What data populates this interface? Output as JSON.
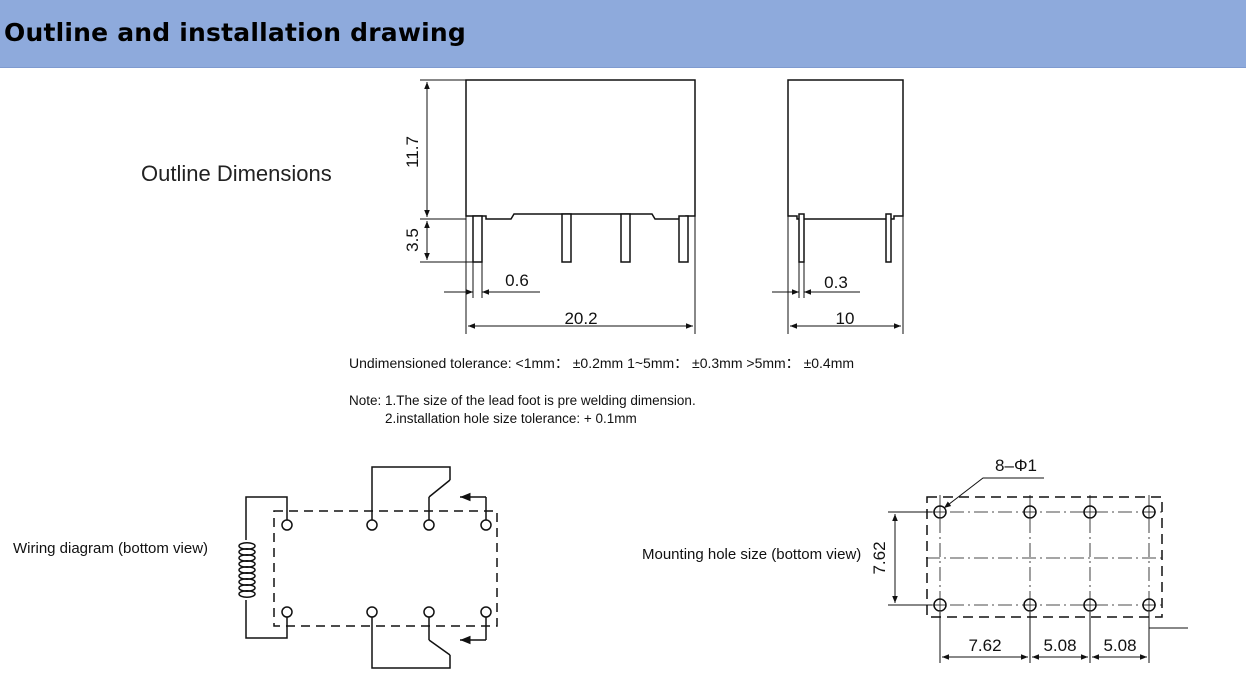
{
  "header": {
    "title": "Outline and installation drawing"
  },
  "outline": {
    "label": "Outline Dimensions",
    "dims": {
      "height_body": "11.7",
      "height_pin": "3.5",
      "pin_width_front": "0.6",
      "length": "20.2",
      "pin_width_side": "0.3",
      "width": "10"
    }
  },
  "notes": {
    "tolerance": "Undimensioned tolerance: <1mm： ±0.2mm   1~5mm： ±0.3mm   >5mm： ±0.4mm",
    "note_line1": "Note: 1.The size of the lead foot is pre welding dimension.",
    "note_line2": "2.installation hole size tolerance: + 0.1mm"
  },
  "wiring": {
    "label": "Wiring diagram (bottom view)"
  },
  "mounting": {
    "label": "Mounting hole size (bottom view)",
    "dims": {
      "holes": "8–Φ1",
      "vertical": "7.62",
      "h1": "7.62",
      "h2": "5.08",
      "h3": "5.08"
    }
  }
}
